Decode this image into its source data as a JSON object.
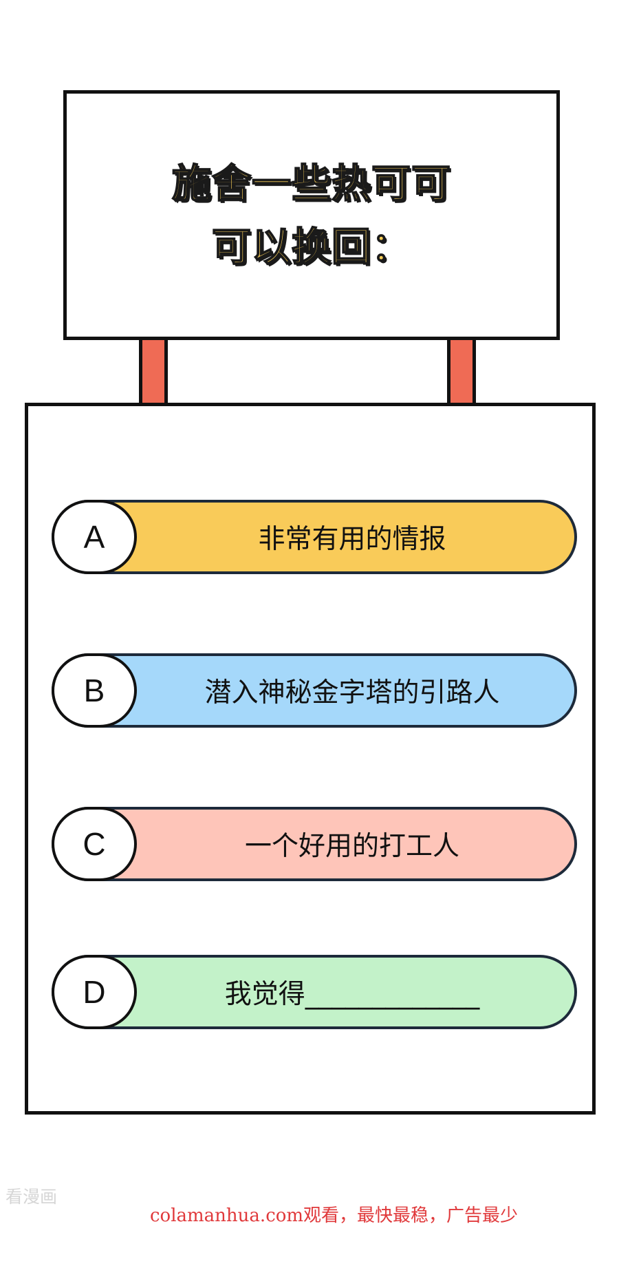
{
  "sign": {
    "line1": "施舍一些热可可",
    "line2": "可以换回："
  },
  "options": [
    {
      "letter": "A",
      "text": "非常有用的情报",
      "color": "#f9cb59"
    },
    {
      "letter": "B",
      "text": "潜入神秘金字塔的引路人",
      "color": "#a5d8fa"
    },
    {
      "letter": "C",
      "text": "一个好用的打工人",
      "color": "#fec5b9"
    },
    {
      "letter": "D",
      "text": "我觉得_____________",
      "color": "#c3f2c9"
    }
  ],
  "watermark": {
    "left": "看漫画",
    "link": "colamanhua.com观看，最快最稳，广告最少"
  }
}
